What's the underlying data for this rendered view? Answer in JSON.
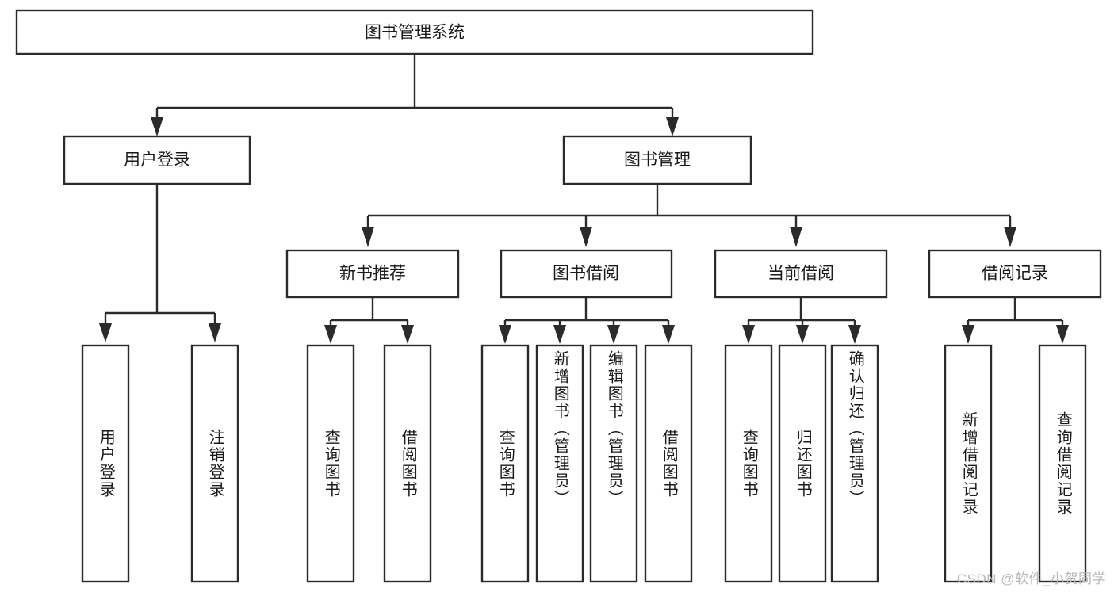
{
  "diagram": {
    "title": "图书管理系统",
    "type": "tree-hierarchy-diagram",
    "root": {
      "label": "图书管理系统",
      "level": 0
    },
    "level2": [
      {
        "label": "用户登录"
      },
      {
        "label": "图书管理"
      }
    ],
    "level3": [
      {
        "label": "新书推荐"
      },
      {
        "label": "图书借阅"
      },
      {
        "label": "当前借阅"
      },
      {
        "label": "借阅记录"
      }
    ],
    "leaves": {
      "user_login": [
        {
          "label": "用户登录"
        },
        {
          "label": "注销登录"
        }
      ],
      "new_book_recommend": [
        {
          "label": "查询图书"
        },
        {
          "label": "借阅图书"
        }
      ],
      "book_borrow": [
        {
          "label": "查询图书"
        },
        {
          "label": "新增图书（管理员）"
        },
        {
          "label": "编辑图书（管理员）"
        },
        {
          "label": "借阅图书"
        }
      ],
      "current_borrow": [
        {
          "label": "查询图书"
        },
        {
          "label": "归还图书"
        },
        {
          "label": "确认归还（管理员）"
        }
      ],
      "borrow_records": [
        {
          "label": "新增借阅记录"
        },
        {
          "label": "查询借阅记录"
        }
      ]
    }
  },
  "watermark": {
    "text": "CSDN @软件_小贺同学"
  },
  "colors": {
    "stroke": "#2b2b2b",
    "fill": "#ffffff",
    "text": "#1a1a1a",
    "watermark": "#b8b8b8"
  }
}
